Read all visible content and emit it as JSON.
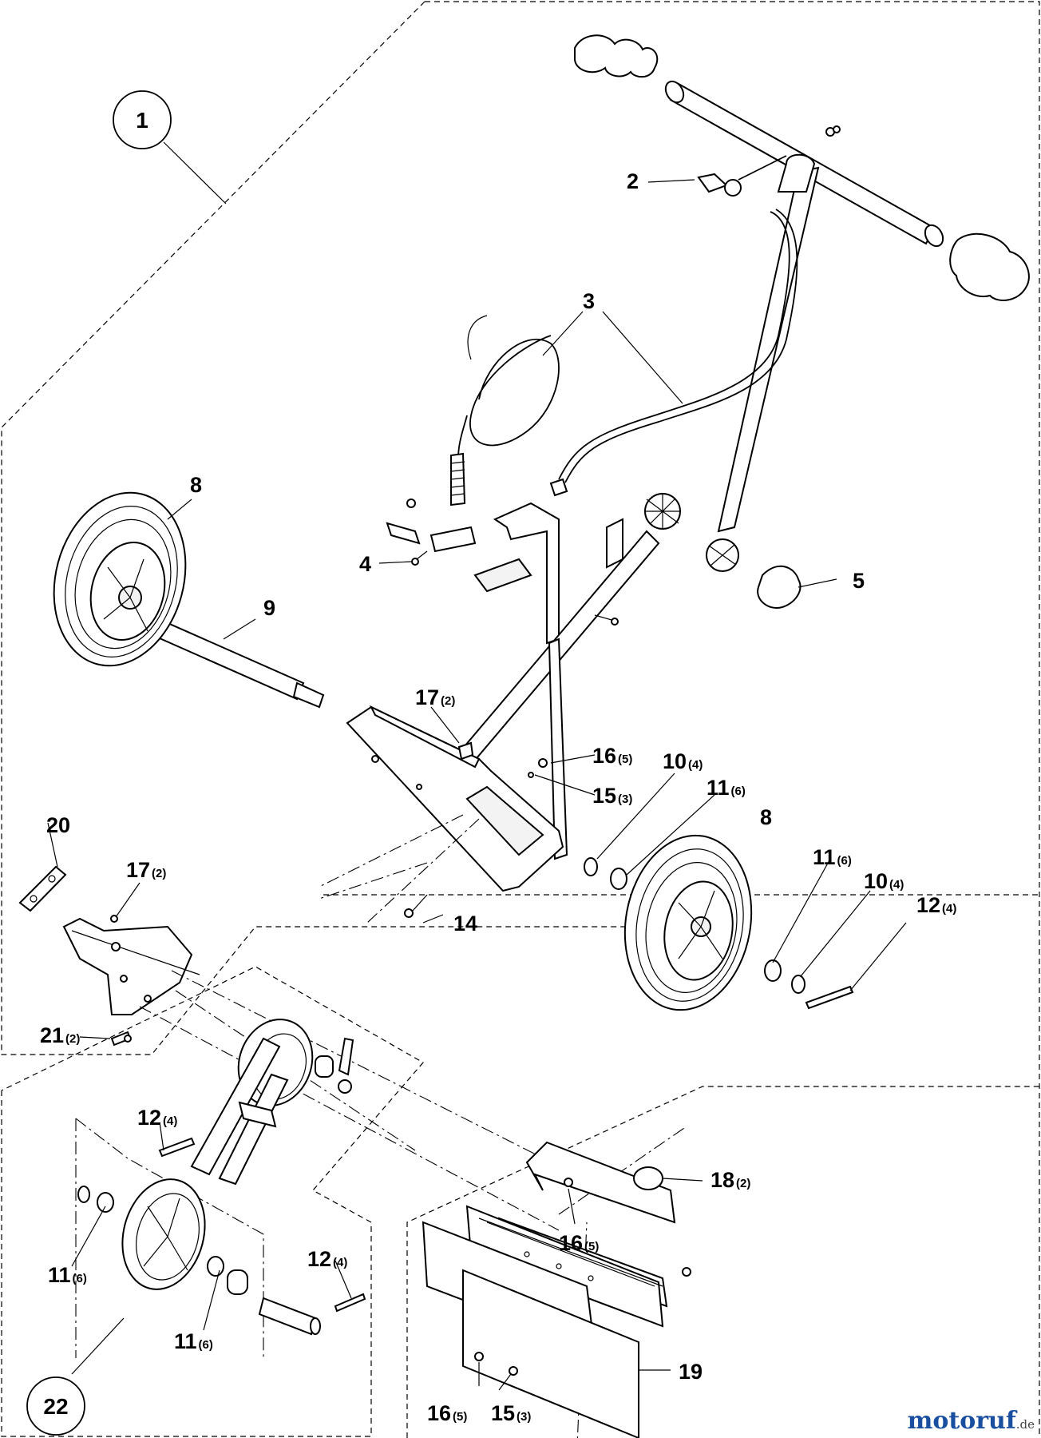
{
  "callouts": [
    {
      "id": "c1",
      "label": "1",
      "qty": ""
    },
    {
      "id": "c2",
      "label": "2",
      "qty": ""
    },
    {
      "id": "c3",
      "label": "3",
      "qty": ""
    },
    {
      "id": "c4",
      "label": "4",
      "qty": ""
    },
    {
      "id": "c5",
      "label": "5",
      "qty": ""
    },
    {
      "id": "c8a",
      "label": "8",
      "qty": ""
    },
    {
      "id": "c9",
      "label": "9",
      "qty": ""
    },
    {
      "id": "c17a",
      "label": "17",
      "qty": "(2)"
    },
    {
      "id": "c16a",
      "label": "16",
      "qty": "(5)"
    },
    {
      "id": "c15a",
      "label": "15",
      "qty": "(3)"
    },
    {
      "id": "c10a",
      "label": "10",
      "qty": "(4)"
    },
    {
      "id": "c11a",
      "label": "11",
      "qty": "(6)"
    },
    {
      "id": "c8b",
      "label": "8",
      "qty": ""
    },
    {
      "id": "c11b",
      "label": "11",
      "qty": "(6)"
    },
    {
      "id": "c10b",
      "label": "10",
      "qty": "(4)"
    },
    {
      "id": "c12a",
      "label": "12",
      "qty": "(4)"
    },
    {
      "id": "c20",
      "label": "20",
      "qty": ""
    },
    {
      "id": "c17b",
      "label": "17",
      "qty": "(2)"
    },
    {
      "id": "c14",
      "label": "14",
      "qty": ""
    },
    {
      "id": "c21",
      "label": "21",
      "qty": "(2)"
    },
    {
      "id": "c12b",
      "label": "12",
      "qty": "(4)"
    },
    {
      "id": "c18",
      "label": "18",
      "qty": "(2)"
    },
    {
      "id": "c16b",
      "label": "16",
      "qty": "(5)"
    },
    {
      "id": "c11c",
      "label": "11",
      "qty": "(6)"
    },
    {
      "id": "c12c",
      "label": "12",
      "qty": "(4)"
    },
    {
      "id": "c11d",
      "label": "11",
      "qty": "(6)"
    },
    {
      "id": "c19",
      "label": "19",
      "qty": ""
    },
    {
      "id": "c16c",
      "label": "16",
      "qty": "(5)"
    },
    {
      "id": "c15b",
      "label": "15",
      "qty": "(3)"
    },
    {
      "id": "c22",
      "label": "22",
      "qty": ""
    }
  ],
  "watermark": {
    "brand": "motoruf",
    "domain": ".de"
  }
}
